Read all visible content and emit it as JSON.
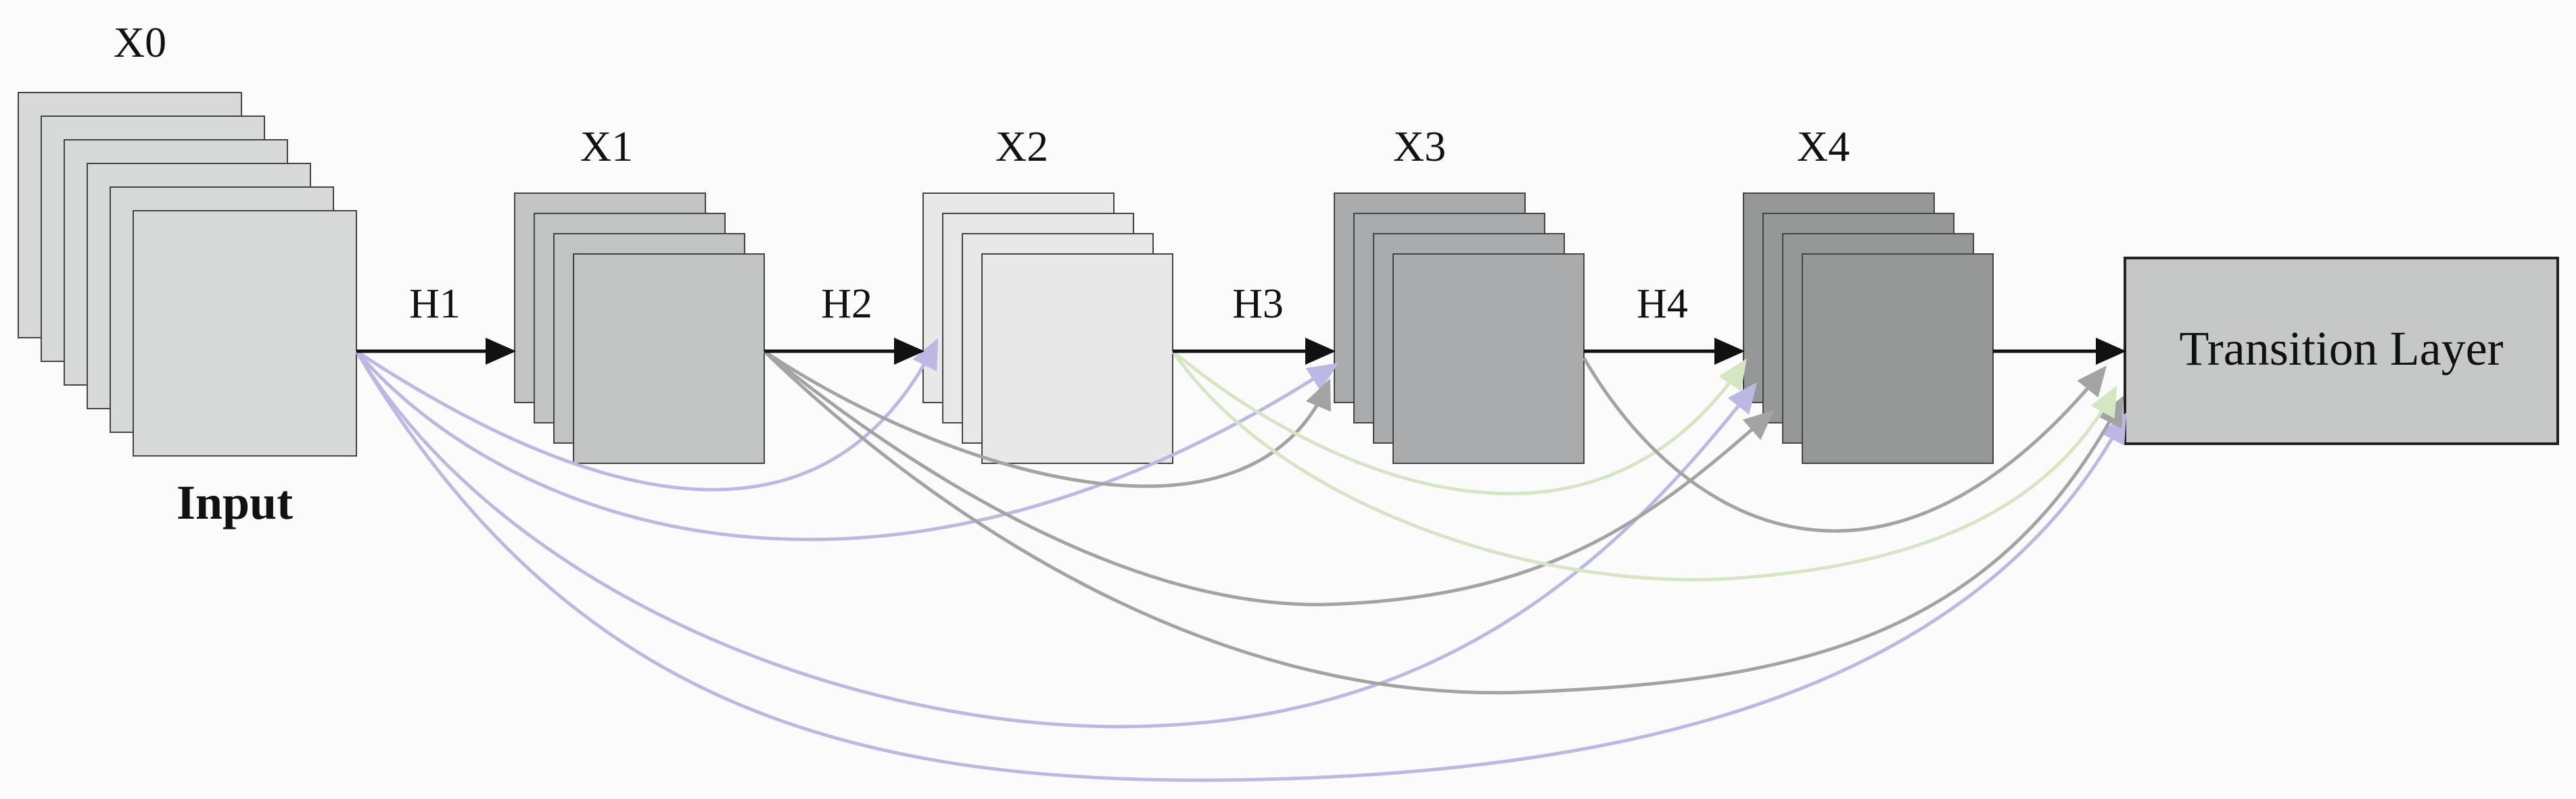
{
  "diagram": {
    "stacks": [
      {
        "id": "x0",
        "label": "X0",
        "fill": "#d8d9d9"
      },
      {
        "id": "x1",
        "label": "X1",
        "fill": "#c2c3c3"
      },
      {
        "id": "x2",
        "label": "X2",
        "fill": "#e8e8e8"
      },
      {
        "id": "x3",
        "label": "X3",
        "fill": "#aaabac"
      },
      {
        "id": "x4",
        "label": "X4",
        "fill": "#959696"
      }
    ],
    "input_label": "Input",
    "layers": [
      "H1",
      "H2",
      "H3",
      "H4"
    ],
    "transition_label": "Transition Layer",
    "transition_fill": "#c6c7c7",
    "connection_colors": {
      "from_x0": "#bcb8e4",
      "from_x1": "#a3a3a3",
      "from_x2": "#d4e6c2",
      "from_x3": "#a3a3a3",
      "main_arrow": "#111111"
    }
  }
}
